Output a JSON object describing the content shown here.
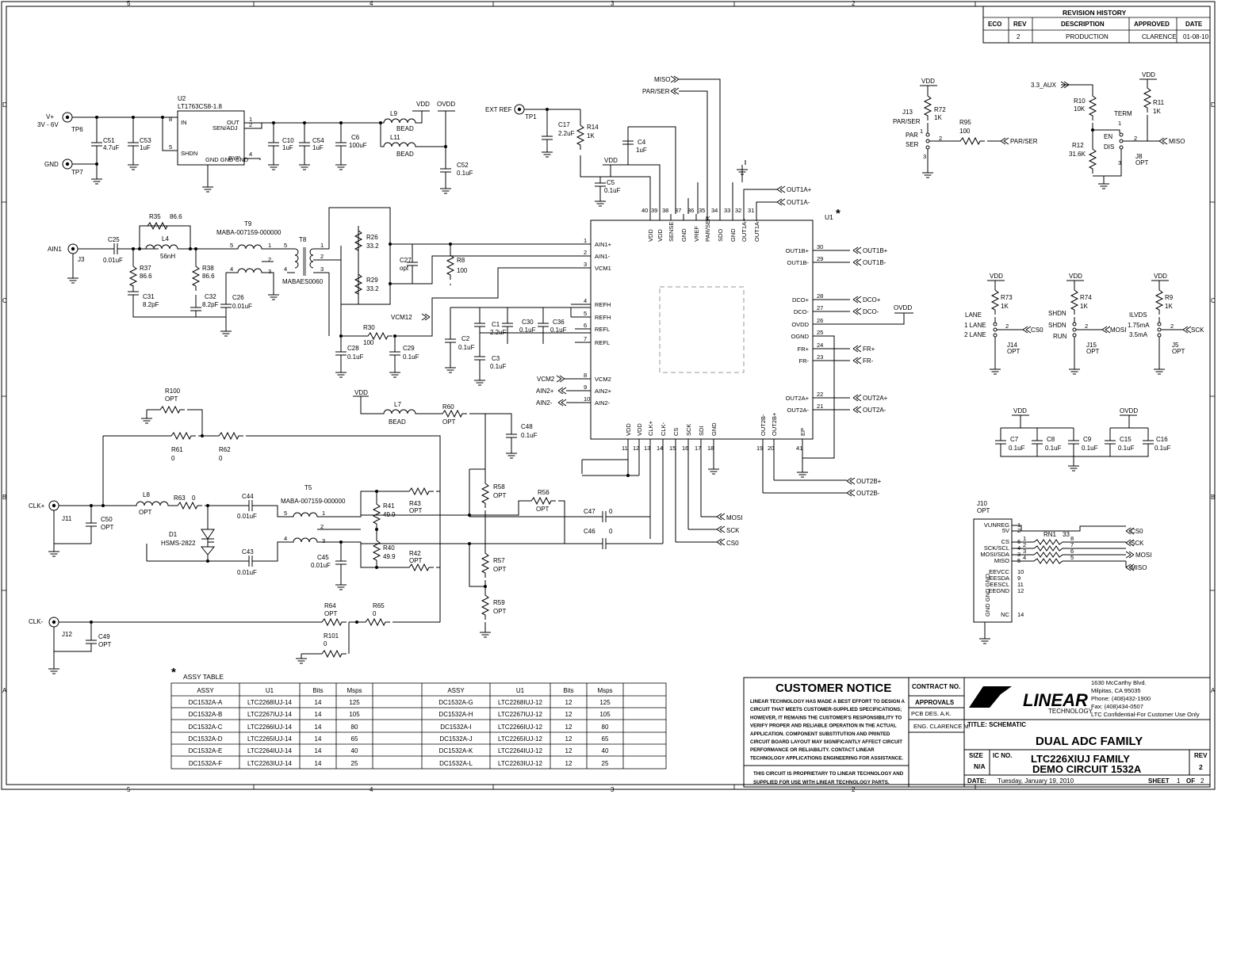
{
  "revision_history": {
    "title": "REVISION HISTORY",
    "headers": [
      "ECO",
      "REV",
      "DESCRIPTION",
      "APPROVED",
      "DATE"
    ],
    "row": [
      "",
      "2",
      "PRODUCTION",
      "CLARENCE",
      "01-08-10"
    ]
  },
  "zones_top": [
    "5",
    "4",
    "3",
    "2"
  ],
  "zones_side": [
    "D",
    "C",
    "B",
    "A"
  ],
  "power": {
    "vplus": "V+",
    "vrange": "3V - 6V",
    "gnd": "GND",
    "tp6": "TP6",
    "tp7": "TP7",
    "u2_ref": "U2",
    "u2_part": "LT1763CS8-1.8",
    "u2_pins": [
      "IN",
      "SHDN",
      "OUT",
      "SEN/ADJ",
      "BYP",
      "GND GND GND"
    ],
    "u2_pin_nums": [
      "8",
      "5",
      "1",
      "2",
      "4"
    ],
    "c51": [
      "C51",
      "4.7uF"
    ],
    "c53": [
      "C53",
      "1uF"
    ],
    "c10": [
      "C10",
      "1uF"
    ],
    "c54": [
      "C54",
      "1uF"
    ],
    "c6": [
      "C6",
      "100uF"
    ],
    "l9": [
      "L9",
      "BEAD"
    ],
    "l11": [
      "L11",
      "BEAD"
    ],
    "vdd": "VDD",
    "ovdd": "OVDD",
    "c52": [
      "C52",
      "0.1uF"
    ]
  },
  "analog_in": {
    "ain1": "AIN1",
    "j3": "J3",
    "c25": [
      "C25",
      "0.01uF"
    ],
    "r35": [
      "R35",
      "86.6"
    ],
    "l4": [
      "L4",
      "56nH"
    ],
    "r37": [
      "R37",
      "86.6"
    ],
    "r38": [
      "R38",
      "86.6"
    ],
    "c31": [
      "C31",
      "8.2pF"
    ],
    "c32": [
      "C32",
      "8.2pF"
    ],
    "c26": [
      "C26",
      "0.01uF"
    ],
    "t9": [
      "T9",
      "MABA-007159-000000"
    ],
    "t8": [
      "T8",
      "MABAES0060"
    ],
    "r26": [
      "R26",
      "33.2"
    ],
    "r29": [
      "R29",
      "33.2"
    ],
    "c27": [
      "C27",
      "opt"
    ],
    "r8": [
      "R8",
      "100"
    ],
    "r30": [
      "R30",
      "100"
    ],
    "c28": [
      "C28",
      "0.1uF"
    ],
    "c29": [
      "C29",
      "0.1uF"
    ],
    "vcm12": "VCM12",
    "c2": [
      "C2",
      "0.1uF"
    ],
    "c1": [
      "C1",
      "2.2uF"
    ],
    "c30": [
      "C30",
      "0.1uF"
    ],
    "c36": [
      "C36",
      "0.1uF"
    ],
    "c3": [
      "C3",
      "0.1uF"
    ]
  },
  "extref": {
    "label": "EXT REF",
    "tp1": "TP1",
    "c17": [
      "C17",
      "2.2uF"
    ],
    "r14": [
      "R14",
      "1K"
    ],
    "c4": [
      "C4",
      "1uF"
    ],
    "c5": [
      "C5",
      "0.1uF"
    ],
    "vdd": "VDD",
    "miso": "MISO",
    "parser": "PAR/SER"
  },
  "u1": {
    "ref": "U1",
    "star": "*",
    "top_pins": [
      "VDD",
      "VDD",
      "SENSE",
      "GND",
      "VREF",
      "PAR/SER",
      "SDO",
      "GND",
      "OUT1A+",
      "OUT1A-"
    ],
    "top_nums": [
      "40",
      "39",
      "38",
      "37",
      "36",
      "35",
      "34",
      "33",
      "32",
      "31"
    ],
    "left_pins": [
      "AIN1+",
      "AIN1-",
      "VCM1",
      "REFH",
      "REFH",
      "REFL",
      "REFL",
      "VCM2",
      "AIN2+",
      "AIN2-"
    ],
    "left_nums": [
      "1",
      "2",
      "3",
      "4",
      "5",
      "6",
      "7",
      "8",
      "9",
      "10"
    ],
    "right_pins": [
      "OUT1B+",
      "OUT1B-",
      "DCO+",
      "DCO-",
      "OVDD",
      "OGND",
      "FR+",
      "FR-",
      "OUT2A+",
      "OUT2A-"
    ],
    "right_nums": [
      "30",
      "29",
      "28",
      "27",
      "26",
      "25",
      "24",
      "23",
      "22",
      "21"
    ],
    "bottom_pins": [
      "VDD",
      "VDD",
      "CLK+",
      "CLK-",
      "CS",
      "SCK",
      "SDI",
      "GND",
      "OUT2B-",
      "OUT2B+",
      "EP"
    ],
    "bottom_nums": [
      "11",
      "12",
      "13",
      "14",
      "15",
      "16",
      "17",
      "18",
      "19",
      "20",
      "41"
    ],
    "out_labels": [
      "OUT1A+",
      "OUT1A-",
      "OUT1B+",
      "OUT1B-",
      "DCO+",
      "DCO-",
      "FR+",
      "FR-",
      "OUT2A+",
      "OUT2A-",
      "OUT2B+",
      "OUT2B-"
    ],
    "ovdd": "OVDD",
    "vcm2": "VCM2",
    "ain2p": "AIN2+",
    "ain2m": "AIN2-",
    "bus": [
      "MOSI",
      "SCK",
      "CS0"
    ]
  },
  "clock": {
    "r100": [
      "R100",
      "OPT"
    ],
    "vdd": "VDD",
    "l7": [
      "L7",
      "BEAD"
    ],
    "r60": [
      "R60",
      "OPT"
    ],
    "c48": [
      "C48",
      "0.1uF"
    ],
    "r61": [
      "R61",
      "0"
    ],
    "r62": [
      "R62",
      "0"
    ],
    "clkp": "CLK+",
    "j11": "J11",
    "l8": [
      "L8",
      "OPT"
    ],
    "r63": [
      "R63",
      "0"
    ],
    "c44": [
      "C44",
      "0.01uF"
    ],
    "c50": [
      "C50",
      "OPT"
    ],
    "d1": [
      "D1",
      "HSMS-2822"
    ],
    "c43": [
      "C43",
      "0.01uF"
    ],
    "t5": [
      "T5",
      "MABA-007159-000000"
    ],
    "r41": [
      "R41",
      "49.9"
    ],
    "r40": [
      "R40",
      "49.9"
    ],
    "r43": [
      "R43",
      "OPT"
    ],
    "r42": [
      "R42",
      "OPT"
    ],
    "c45": [
      "C45",
      "0.01uF"
    ],
    "r58": [
      "R58",
      "OPT"
    ],
    "r56": [
      "R56",
      "OPT"
    ],
    "r57": [
      "R57",
      "OPT"
    ],
    "r59": [
      "R59",
      "OPT"
    ],
    "c47": [
      "C47",
      "0"
    ],
    "c46": [
      "C46",
      "0"
    ],
    "clkm": "CLK-",
    "j12": "J12",
    "c49": [
      "C49",
      "OPT"
    ],
    "r64": [
      "R64",
      "OPT"
    ],
    "r65": [
      "R65",
      "0"
    ],
    "r101": [
      "R101",
      "0"
    ]
  },
  "jumpers": {
    "vdd": "VDD",
    "aux": "3.3_AUX",
    "j13": [
      "J13",
      "PAR/SER"
    ],
    "r72": [
      "R72",
      "1K"
    ],
    "par": "PAR",
    "ser": "SER",
    "r95": [
      "R95",
      "100"
    ],
    "parser": "PAR/SER",
    "r10": [
      "R10",
      "10K"
    ],
    "r12": [
      "R12",
      "31.6K"
    ],
    "term": "TERM",
    "en": "EN",
    "dis": "DIS",
    "r11": [
      "R11",
      "1K"
    ],
    "miso": "MISO",
    "j8": [
      "J8",
      "OPT"
    ],
    "r73": [
      "R73",
      "1K"
    ],
    "lane": [
      "LANE",
      "1 LANE",
      "2 LANE"
    ],
    "cs0": "CS0",
    "j14": [
      "J14",
      "OPT"
    ],
    "r74": [
      "R74",
      "1K"
    ],
    "shdn": [
      "SHDN",
      "SHDN",
      "RUN"
    ],
    "mosi": "MOSI",
    "j15": [
      "J15",
      "OPT"
    ],
    "r9": [
      "R9",
      "1K"
    ],
    "ilvds": [
      "ILVDS",
      "1.75mA",
      "3.5mA"
    ],
    "sck": "SCK",
    "j5": [
      "J5",
      "OPT"
    ],
    "ovdd": "OVDD",
    "bypass_caps": [
      [
        "C7",
        "0.1uF"
      ],
      [
        "C8",
        "0.1uF"
      ],
      [
        "C9",
        "0.1uF"
      ],
      [
        "C15",
        "0.1uF"
      ],
      [
        "C16",
        "0.1uF"
      ]
    ]
  },
  "j10": {
    "ref": [
      "J10",
      "OPT"
    ],
    "pins": [
      "VUNREG",
      "5V",
      "CS",
      "SCK/SCL",
      "MOSI/SDA",
      "MISO",
      "EEVCC",
      "EESDA",
      "EESCL",
      "EEGND",
      "NC"
    ],
    "pin_nums": [
      "1",
      "2",
      "6",
      "4",
      "3",
      "5",
      "10",
      "9",
      "11",
      "12",
      "14"
    ],
    "rn1": [
      "RN1",
      "33"
    ],
    "rn_nums": [
      "1",
      "8",
      "2",
      "7",
      "3",
      "6",
      "4",
      "5"
    ],
    "outs": [
      "CS0",
      "SCK",
      "MOSI",
      "MISO"
    ],
    "gnd_pins": "GND GND GND"
  },
  "assy": {
    "star": "*",
    "title": "ASSY TABLE",
    "headers": [
      "ASSY",
      "U1",
      "Bits",
      "Msps",
      ""
    ],
    "left": [
      [
        "DC1532A-A",
        "LTC2268IUJ-14",
        "14",
        "125"
      ],
      [
        "DC1532A-B",
        "LTC2267IUJ-14",
        "14",
        "105"
      ],
      [
        "DC1532A-C",
        "LTC2266IUJ-14",
        "14",
        "80"
      ],
      [
        "DC1532A-D",
        "LTC2265IUJ-14",
        "14",
        "65"
      ],
      [
        "DC1532A-E",
        "LTC2264IUJ-14",
        "14",
        "40"
      ],
      [
        "DC1532A-F",
        "LTC2263IUJ-14",
        "14",
        "25"
      ]
    ],
    "right": [
      [
        "DC1532A-G",
        "LTC2268IUJ-12",
        "12",
        "125"
      ],
      [
        "DC1532A-H",
        "LTC2267IUJ-12",
        "12",
        "105"
      ],
      [
        "DC1532A-I",
        "LTC2266IUJ-12",
        "12",
        "80"
      ],
      [
        "DC1532A-J",
        "LTC2265IUJ-12",
        "12",
        "65"
      ],
      [
        "DC1532A-K",
        "LTC2264IUJ-12",
        "12",
        "40"
      ],
      [
        "DC1532A-L",
        "LTC2263IUJ-12",
        "12",
        "25"
      ]
    ]
  },
  "title_block": {
    "notice_title": "CUSTOMER NOTICE",
    "notice_lines": [
      "LINEAR TECHNOLOGY HAS MADE A BEST EFFORT TO DESIGN A",
      "CIRCUIT THAT MEETS CUSTOMER-SUPPLIED SPECIFICATIONS;",
      "HOWEVER, IT REMAINS THE CUSTOMER'S RESPONSIBILITY TO",
      "VERIFY PROPER AND RELIABLE OPERATION IN THE ACTUAL",
      "APPLICATION.  COMPONENT SUBSTITUTION AND PRINTED",
      "CIRCUIT BOARD LAYOUT MAY SIGNIFICANTLY AFFECT CIRCUIT",
      "PERFORMANCE OR RELIABILITY.  CONTACT LINEAR",
      "TECHNOLOGY APPLICATIONS ENGINEERING FOR ASSISTANCE."
    ],
    "prop_lines": [
      "THIS CIRCUIT IS PROPRIETARY TO LINEAR TECHNOLOGY AND",
      "SUPPLIED FOR USE WITH LINEAR TECHNOLOGY PARTS."
    ],
    "contract": "CONTRACT NO.",
    "approvals": "APPROVALS",
    "pcb": "PCB DES.  A.K.",
    "eng": "ENG.  CLARENCE M.",
    "logo_word": "LINEAR",
    "logo_sub": "TECHNOLOGY",
    "address": [
      "1630 McCarthy Blvd.",
      "Milpitas, CA 95035",
      "Phone: (408)432-1900",
      "Fax: (408)434-0507",
      "LTC Confidential-For Customer Use Only"
    ],
    "title_label": "TITLE:  SCHEMATIC",
    "title": "DUAL ADC FAMILY",
    "size_label": "SIZE",
    "size": "N/A",
    "icno_label": "IC NO.",
    "icno": "LTC226XIUJ FAMILY",
    "demo": "DEMO CIRCUIT 1532A",
    "rev_label": "REV",
    "rev": "2",
    "date_label": "DATE:",
    "date": "Tuesday, January 19, 2010",
    "sheet_label": "SHEET",
    "sheet": "1",
    "of_label": "OF",
    "of": "2"
  }
}
